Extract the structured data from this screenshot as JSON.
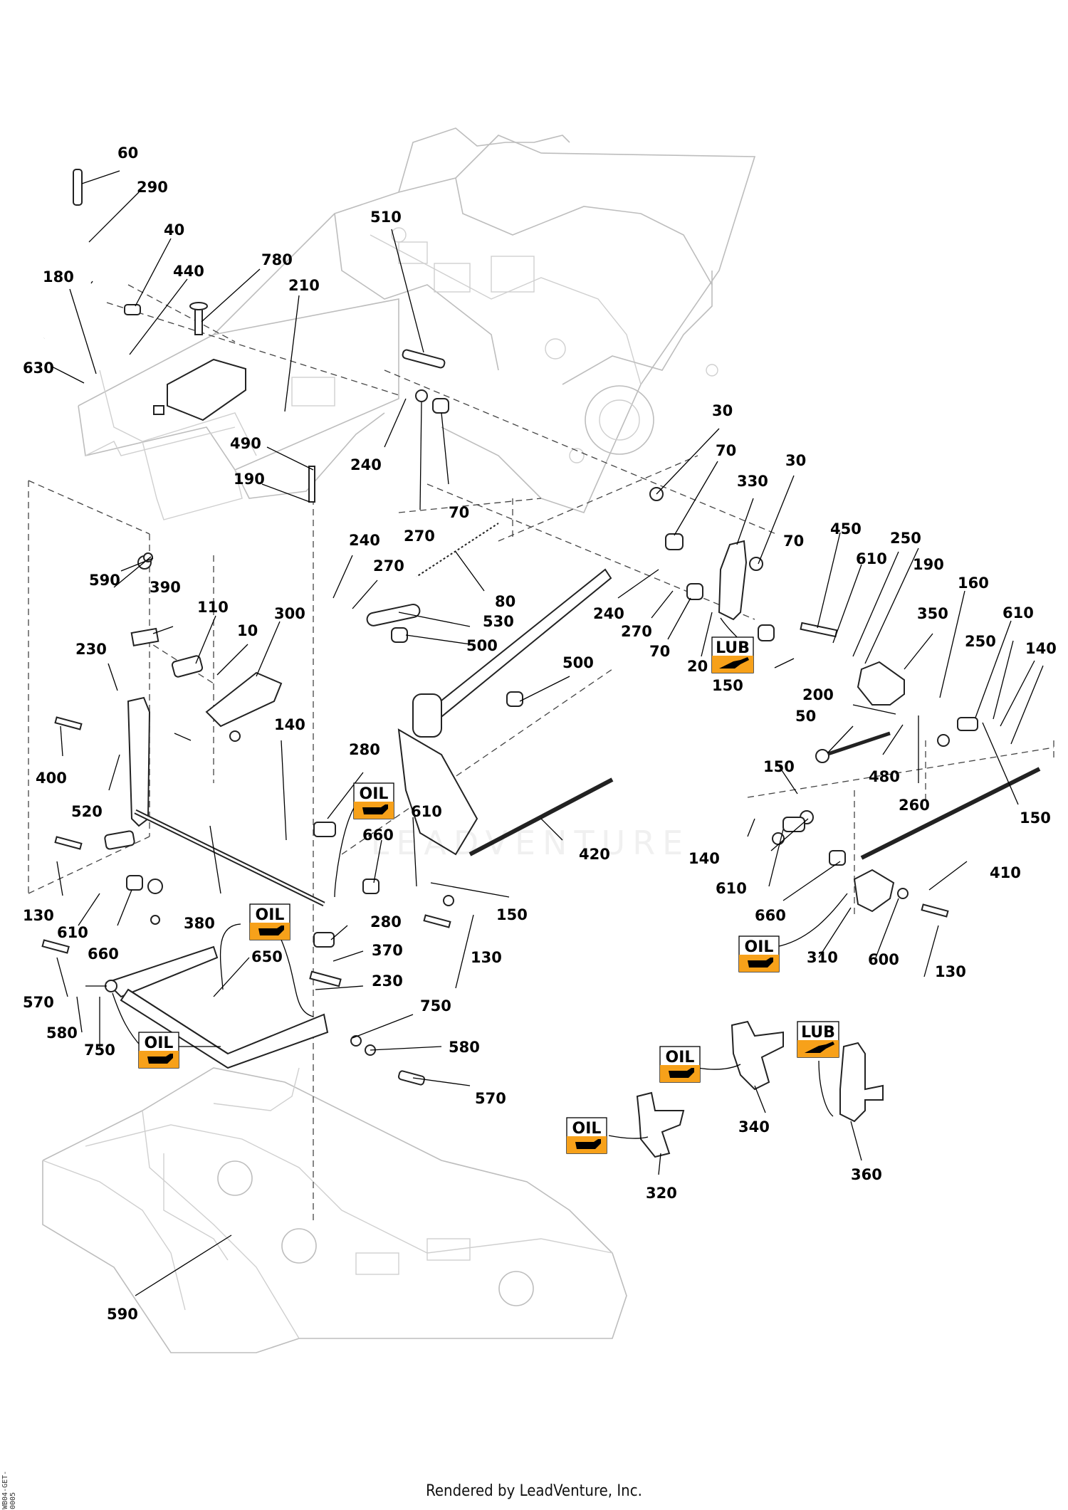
{
  "footer": "Rendered by LeadVenture, Inc.",
  "doc_id": "WB04-GET-0005",
  "watermark": "LEADVENTURE",
  "colors": {
    "badge": "#f7a11a",
    "line": "#000000",
    "frame": "#bdbdbd"
  },
  "badges": {
    "oil_1": "OIL",
    "oil_2": "OIL",
    "oil_3": "OIL",
    "oil_4": "OIL",
    "oil_5": "OIL",
    "oil_6": "OIL",
    "lub_1": "LUB",
    "lub_2": "LUB"
  },
  "callouts": {
    "c60": "60",
    "c290": "290",
    "c40": "40",
    "c440": "440",
    "c180": "180",
    "c780": "780",
    "c630": "630",
    "c210": "210",
    "c510": "510",
    "c490": "490",
    "c190a": "190",
    "c240a": "240",
    "c270a": "270",
    "c70a": "70",
    "c30a": "30",
    "c70b": "70",
    "c330": "330",
    "c30b": "30",
    "c590a": "590",
    "c240b": "240",
    "c270b": "270",
    "c80": "80",
    "c530": "530",
    "c500a": "500",
    "c240c": "240",
    "c270c": "270",
    "c70c": "70",
    "c70d": "70",
    "c20": "20",
    "c450": "450",
    "c250a": "250",
    "c610a": "610",
    "c190b": "190",
    "c160": "160",
    "c610b": "610",
    "c350": "350",
    "c250b": "250",
    "c140a": "140",
    "c390": "390",
    "c110": "110",
    "c10": "10",
    "c300": "300",
    "c230a": "230",
    "c150a": "150",
    "c500b": "500",
    "c200": "200",
    "c50": "50",
    "c480": "480",
    "c260": "260",
    "c400": "400",
    "c140b": "140",
    "c520": "520",
    "c280a": "280",
    "c150b": "150",
    "c150c": "150",
    "c610c": "610",
    "c660a": "660",
    "c420": "420",
    "c140c": "140",
    "c610d": "610",
    "c410": "410",
    "c130a": "130",
    "c610e": "610",
    "c660b": "660",
    "c380": "380",
    "c280b": "280",
    "c150d": "150",
    "c660c": "660",
    "c370": "370",
    "c130b": "130",
    "c310": "310",
    "c600": "600",
    "c130c": "130",
    "c570a": "570",
    "c650": "650",
    "c230b": "230",
    "c580a": "580",
    "c750a": "750",
    "c750b": "750",
    "c580b": "580",
    "c570b": "570",
    "c340": "340",
    "c360": "360",
    "c320": "320",
    "c590b": "590"
  }
}
